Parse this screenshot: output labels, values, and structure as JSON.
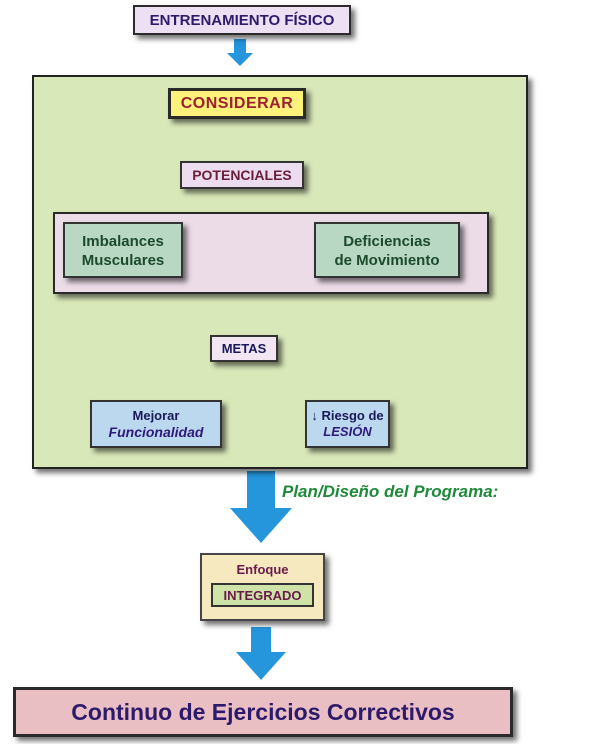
{
  "title": "ENTRENAMIENTO FÍSICO",
  "considerar": "CONSIDERAR",
  "potenciales": {
    "label": "POTENCIALES",
    "left_line1": "Imbalances",
    "left_line2": "Musculares",
    "right_line1": "Deficiencias",
    "right_line2": "de Movimiento"
  },
  "metas": {
    "label": "METAS",
    "left_line1": "Mejorar",
    "left_line2": "Funcionalidad",
    "right_line1": "Riesgo de",
    "right_line2": "LESIÓN",
    "down_arrow": "↓"
  },
  "plan_label": "Plan/Diseño del Programa:",
  "enfoque": {
    "label": "Enfoque",
    "inner": "INTEGRADO"
  },
  "continuo": "Continuo de Ejercicios Correctivos",
  "colors": {
    "arrow_blue": "#2596dc",
    "panel_green": "#d9e8b9",
    "plan_green": "#1f8a3a"
  }
}
